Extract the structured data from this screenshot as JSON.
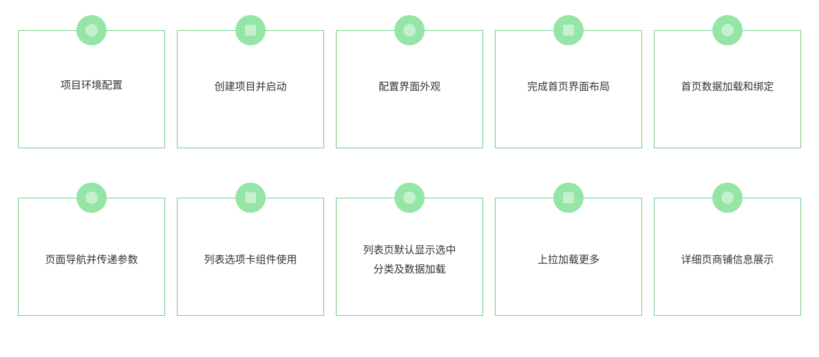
{
  "colors": {
    "border": "#6fce86",
    "badge": "#94e5a6",
    "badge_inner": "#c4f0ce",
    "text": "#333333"
  },
  "cards": [
    {
      "lines": [
        "项目环境配置"
      ],
      "icon": "circle-icon"
    },
    {
      "lines": [
        "创建项目并启动"
      ],
      "icon": "square-icon"
    },
    {
      "lines": [
        "配置界面外观"
      ],
      "icon": "circle-icon"
    },
    {
      "lines": [
        "完成首页界面布局"
      ],
      "icon": "square-icon"
    },
    {
      "lines": [
        "首页数据加载和绑定"
      ],
      "icon": "circle-icon"
    },
    {
      "lines": [
        "页面导航并传递参数"
      ],
      "icon": "circle-icon"
    },
    {
      "lines": [
        "列表选项卡组件使用"
      ],
      "icon": "square-icon"
    },
    {
      "lines": [
        "列表页默认显示选中",
        "分类及数据加载"
      ],
      "icon": "circle-icon"
    },
    {
      "lines": [
        "上拉加载更多"
      ],
      "icon": "square-icon"
    },
    {
      "lines": [
        "详细页商铺信息展示"
      ],
      "icon": "circle-icon"
    }
  ]
}
